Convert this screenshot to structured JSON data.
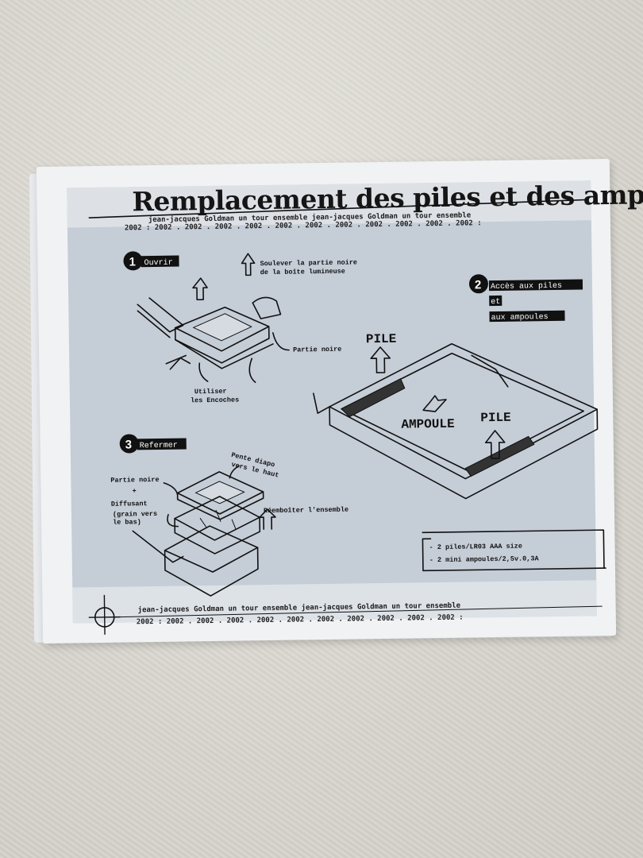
{
  "title": "Remplacement des piles et des ampoules",
  "header_credit_line": "jean-jacques Goldman un tour ensemble jean-jacques Goldman un tour ensemble",
  "header_year_line": "2002 : 2002 . 2002 . 2002 . 2002 . 2002 . 2002 . 2002 . 2002 . 2002 . 2002 . 2002 :",
  "footer_credit_line": "jean-jacques Goldman un tour ensemble jean-jacques Goldman un tour ensemble",
  "footer_year_line": "2002 : 2002 . 2002 . 2002 . 2002 . 2002 . 2002 . 2002 . 2002 . 2002 . 2002 :",
  "steps": [
    {
      "number": "1",
      "label": "Ouvrir"
    },
    {
      "number": "2",
      "label_line1": "Accès aux piles",
      "label_line2": "et",
      "label_line3": "aux ampoules"
    },
    {
      "number": "3",
      "label": "Refermer"
    }
  ],
  "step1_notes": {
    "lift_line1": "Soulever la partie noire",
    "lift_line2": "de la boîte lumineuse",
    "black_part": "Partie noire",
    "use_line1": "Utiliser",
    "use_line2": "les Encoches"
  },
  "step2_labels": {
    "pile_left": "PILE",
    "ampoule": "AMPOULE",
    "pile_right": "PILE"
  },
  "step3_notes": {
    "black_part": "Partie noire",
    "plus": "+",
    "diffuser": "Diffusant",
    "grain_line1": "(grain vers",
    "grain_line2": "le bas)",
    "slope_line1": "Pente diapo",
    "slope_line2": "vers le haut",
    "reassemble": "Réemboîter l'ensemble"
  },
  "specs": {
    "line1": "- 2 piles/LR03 AAA size",
    "line2": "- 2 mini ampoules/2,5v.0,3A"
  },
  "colors": {
    "sleeve": "#f1f2f4",
    "card_blue": "#c4ccd6",
    "ink": "#111111",
    "fabric": "#dcd9d2"
  }
}
